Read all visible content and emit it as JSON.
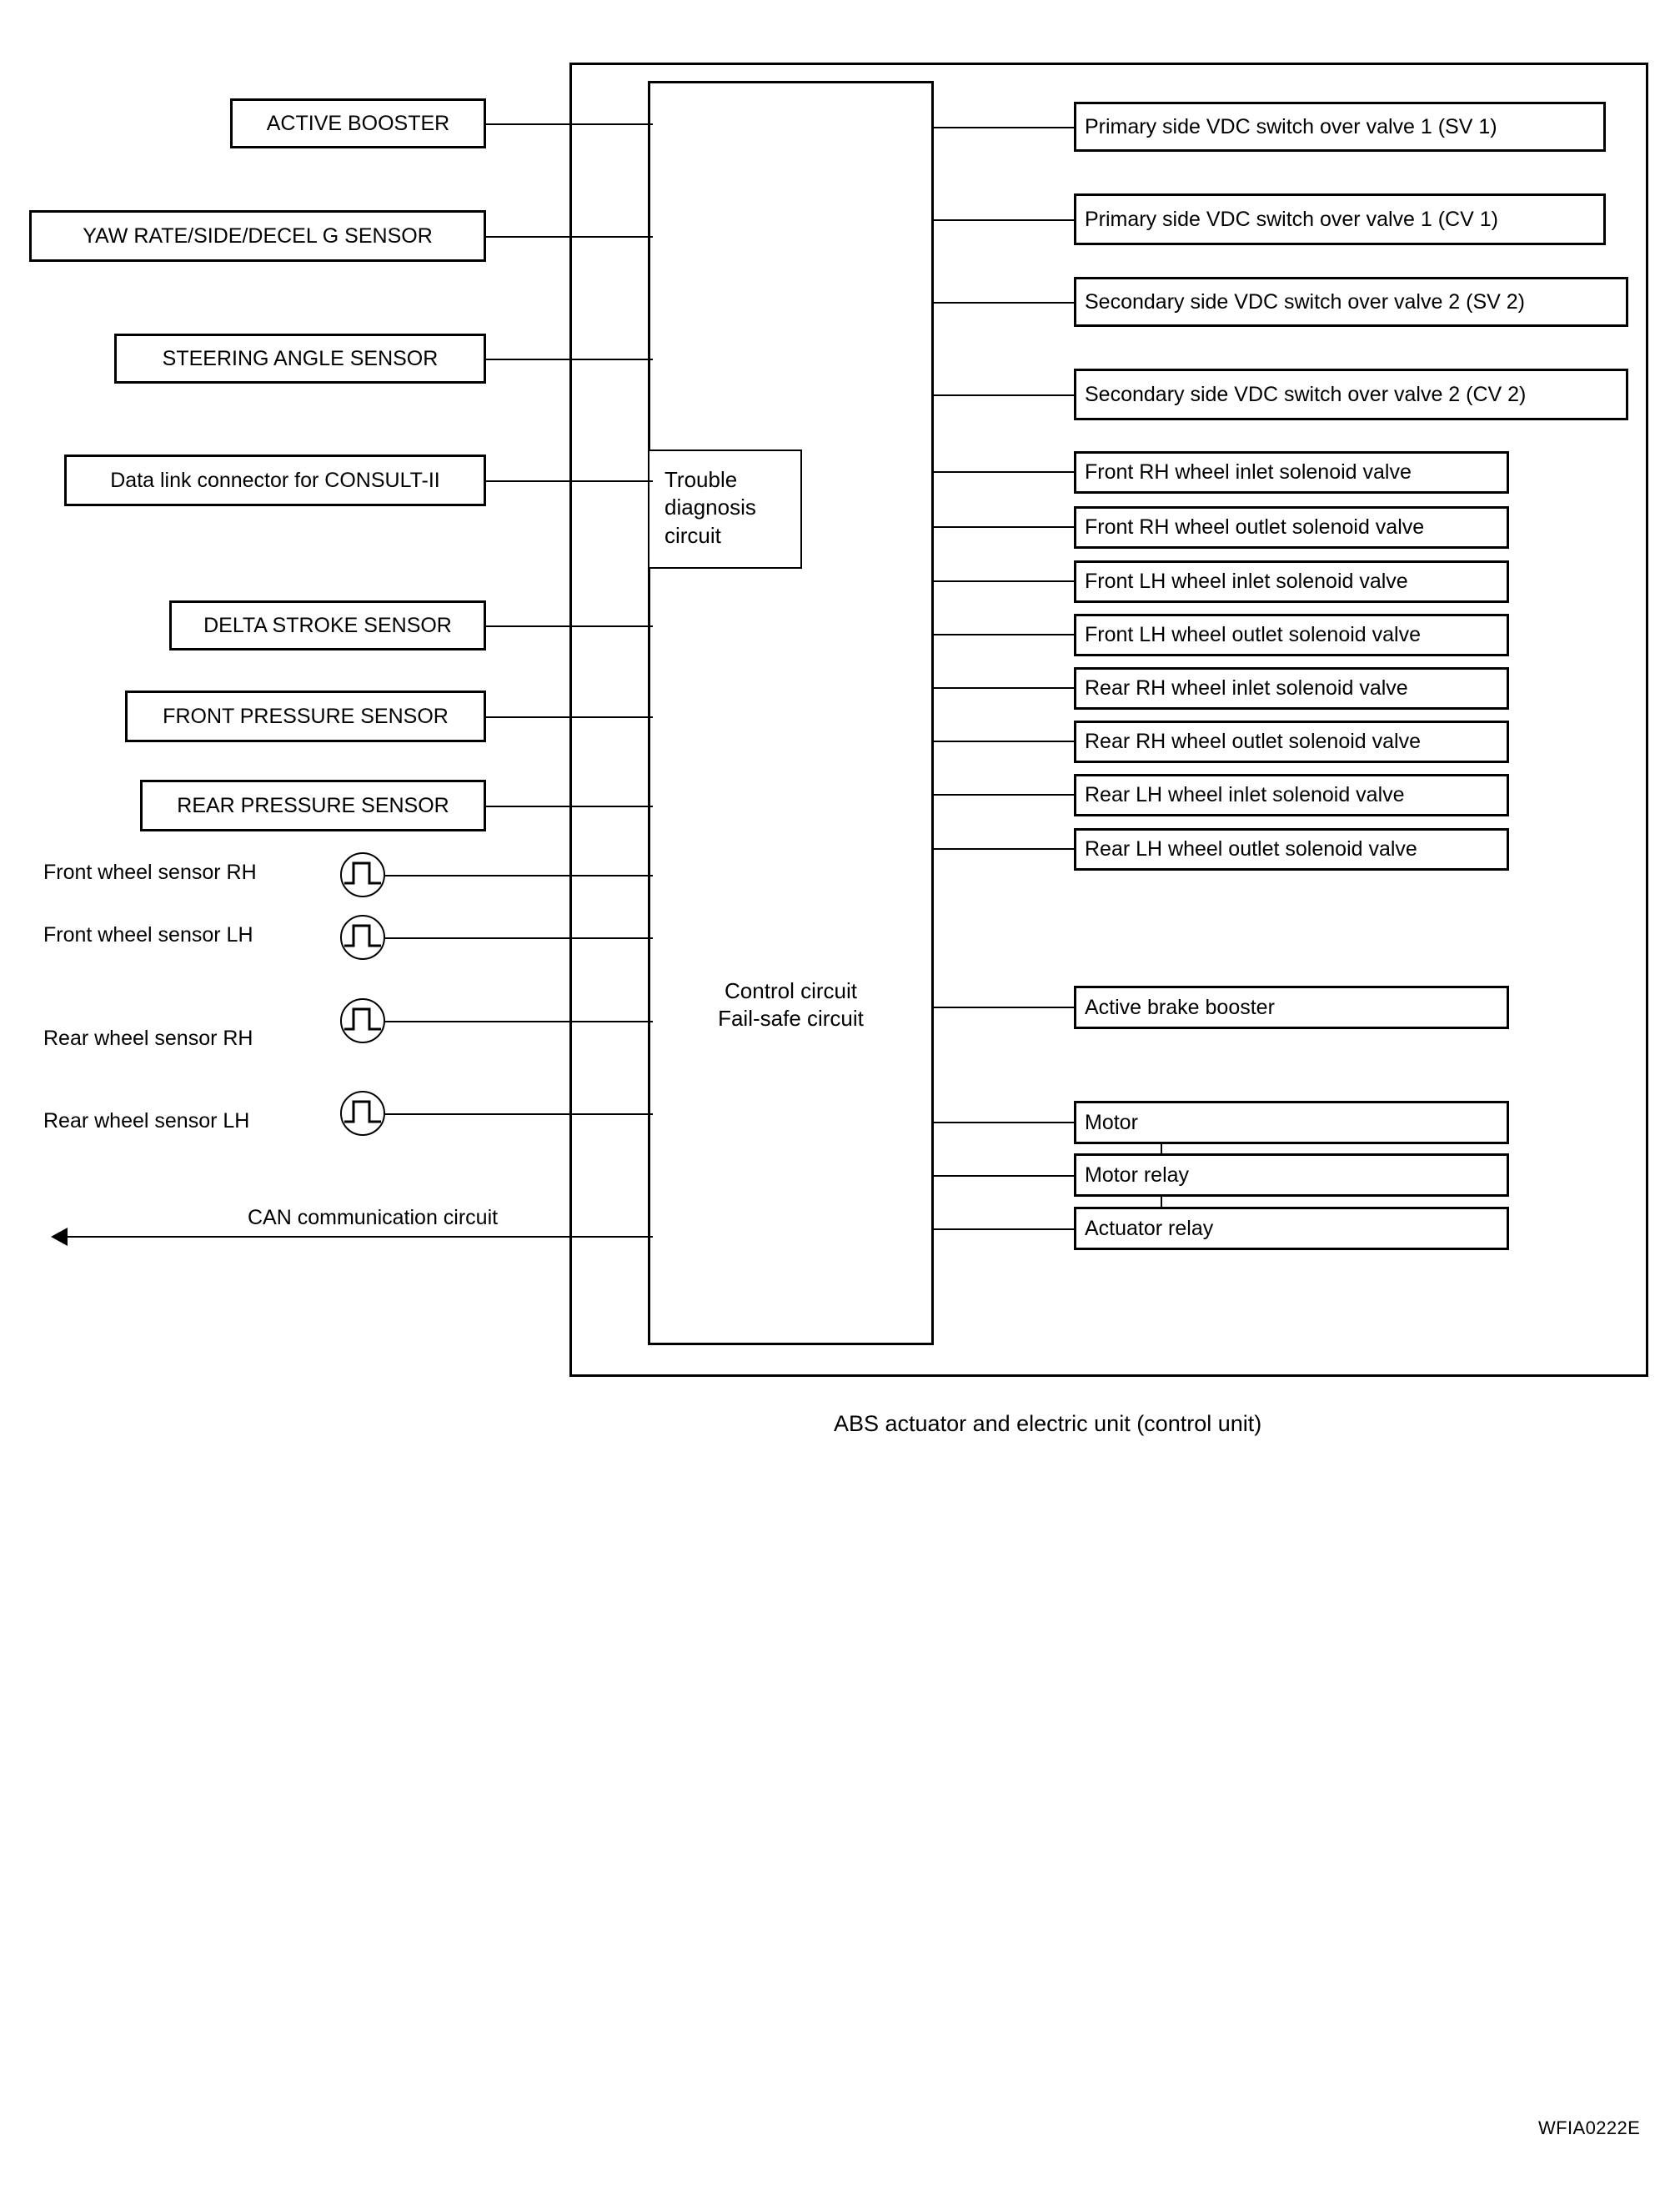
{
  "figure": {
    "caption": "ABS actuator and electric unit (control unit)",
    "code": "WFIA0222E"
  },
  "control_unit": {
    "trouble_diagnosis_label": "Trouble\ndiagnosis\ncircuit",
    "control_label": "Control circuit\nFail-safe circuit"
  },
  "inputs": [
    {
      "label": "ACTIVE BOOSTER",
      "name": "active-booster"
    },
    {
      "label": "YAW RATE/SIDE/DECEL G SENSOR",
      "name": "yaw-rate-side-decel-g-sensor"
    },
    {
      "label": "STEERING ANGLE SENSOR",
      "name": "steering-angle-sensor"
    },
    {
      "label": "Data link connector for CONSULT-II",
      "name": "data-link-connector-consult-ii"
    },
    {
      "label": "DELTA STROKE SENSOR",
      "name": "delta-stroke-sensor"
    },
    {
      "label": "FRONT PRESSURE SENSOR",
      "name": "front-pressure-sensor"
    },
    {
      "label": "REAR PRESSURE SENSOR",
      "name": "rear-pressure-sensor"
    }
  ],
  "wheel_sensors": [
    {
      "label": "Front  wheel sensor RH",
      "name": "front-wheel-sensor-rh"
    },
    {
      "label": "Front wheel sensor LH",
      "name": "front-wheel-sensor-lh"
    },
    {
      "label": "Rear  wheel sensor RH",
      "name": "rear-wheel-sensor-rh"
    },
    {
      "label": "Rear wheel sensor LH",
      "name": "rear-wheel-sensor-lh"
    }
  ],
  "can_bus": {
    "label": "CAN communication circuit"
  },
  "outputs_valves": [
    {
      "label": "Primary side VDC switch over valve 1 (SV 1)",
      "name": "primary-sv1-valve"
    },
    {
      "label": "Primary side VDC switch over valve 1 (CV 1)",
      "name": "primary-cv1-valve"
    },
    {
      "label": "Secondary side VDC switch over valve 2 (SV 2)",
      "name": "secondary-sv2-valve"
    },
    {
      "label": "Secondary side VDC switch over valve 2 (CV 2)",
      "name": "secondary-cv2-valve"
    }
  ],
  "outputs_solenoids": [
    {
      "label": "Front RH wheel inlet solenoid valve",
      "name": "front-rh-inlet-solenoid-valve"
    },
    {
      "label": "Front RH wheel outlet solenoid valve",
      "name": "front-rh-outlet-solenoid-valve"
    },
    {
      "label": "Front LH wheel inlet solenoid valve",
      "name": "front-lh-inlet-solenoid-valve"
    },
    {
      "label": "Front LH wheel outlet solenoid valve",
      "name": "front-lh-outlet-solenoid-valve"
    },
    {
      "label": "Rear RH wheel inlet solenoid valve",
      "name": "rear-rh-inlet-solenoid-valve"
    },
    {
      "label": "Rear RH wheel outlet solenoid valve",
      "name": "rear-rh-outlet-solenoid-valve"
    },
    {
      "label": "Rear LH wheel inlet solenoid valve",
      "name": "rear-lh-inlet-solenoid-valve"
    },
    {
      "label": "Rear LH wheel outlet solenoid valve",
      "name": "rear-lh-outlet-solenoid-valve"
    }
  ],
  "outputs_actuators": [
    {
      "label": "Active brake booster",
      "name": "active-brake-booster"
    },
    {
      "label": "Motor",
      "name": "motor"
    },
    {
      "label": "Motor relay",
      "name": "motor-relay"
    },
    {
      "label": "Actuator relay",
      "name": "actuator-relay"
    }
  ]
}
